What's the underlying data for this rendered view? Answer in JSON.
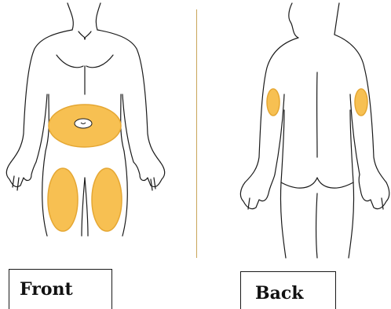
{
  "labels": {
    "front": "Front",
    "back": "Back"
  },
  "colors": {
    "outline": "#1a1a1a",
    "injection_zone_fill": "#f7c052",
    "injection_zone_stroke": "#e5a733",
    "divider": "#c9a55a"
  },
  "views": [
    {
      "name": "front",
      "injection_zones": [
        "abdomen",
        "left-thigh",
        "right-thigh"
      ]
    },
    {
      "name": "back",
      "injection_zones": [
        "left-upper-arm",
        "right-upper-arm"
      ]
    }
  ]
}
